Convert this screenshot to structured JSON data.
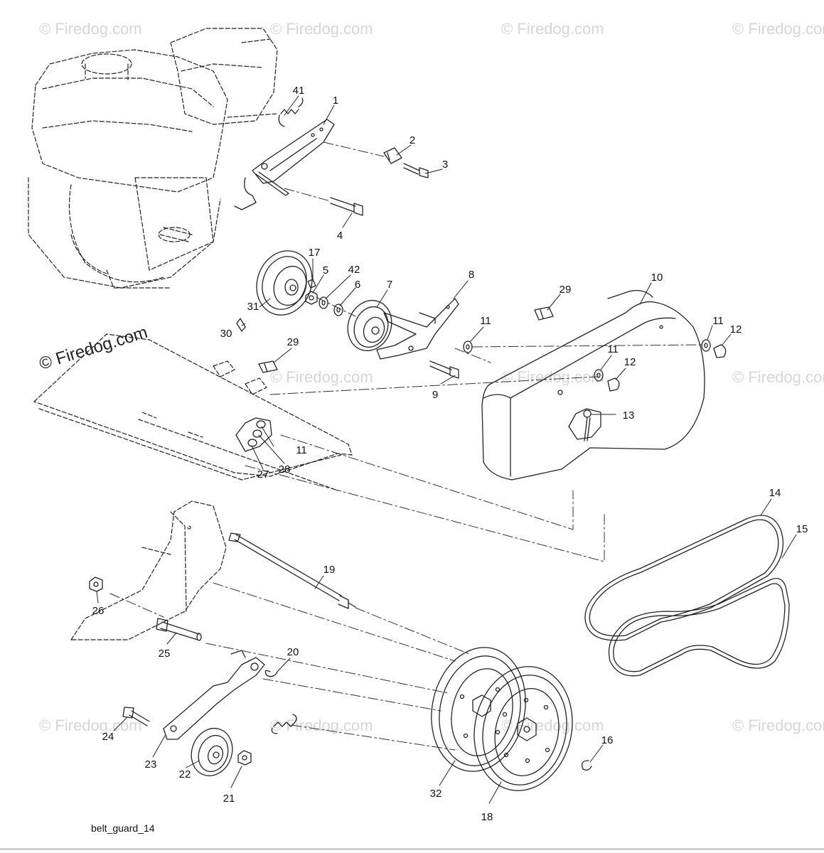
{
  "diagram": {
    "caption": "belt_guard_14",
    "watermark_text": "© Firedog.com",
    "part_numbers": [
      "41",
      "1",
      "2",
      "3",
      "4",
      "17",
      "5",
      "42",
      "6",
      "7",
      "8",
      "29",
      "10",
      "11",
      "12",
      "30",
      "31",
      "29",
      "11",
      "11",
      "12",
      "13",
      "9",
      "11",
      "28",
      "27",
      "14",
      "15",
      "19",
      "26",
      "25",
      "20",
      "24",
      "23",
      "22",
      "21",
      "16",
      "32",
      "18"
    ]
  }
}
